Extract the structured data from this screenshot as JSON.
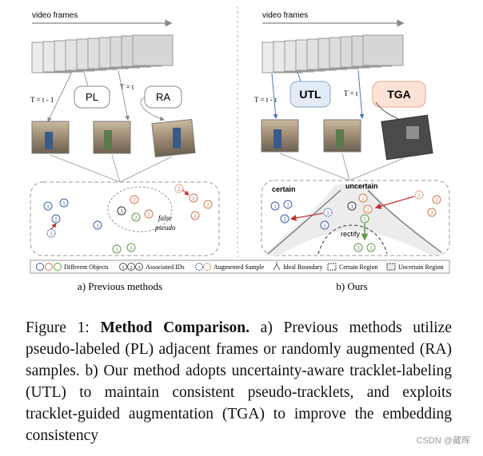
{
  "left": {
    "frames_label": "video frames",
    "time_prev": "T = t - 1",
    "time_curr": "T = t",
    "pl_label": "PL",
    "ra_label": "RA",
    "false_pseudo_1": "false",
    "false_pseudo_2": "pseudo",
    "subcaption": "a) Previous methods"
  },
  "right": {
    "frames_label": "video frames",
    "time_prev": "T = t - τ",
    "time_curr": "T = t",
    "utl_label": "UTL",
    "tga_label": "TGA",
    "certain": "certain",
    "uncertain": "uncertain",
    "rectify": "rectify",
    "subcaption": "b) Ours"
  },
  "ids": {
    "one": "1",
    "two": "2",
    "three": "3"
  },
  "legend": {
    "different_objects": "Different Objects",
    "associated_ids": "Associated IDs",
    "augmented_sample": "Augmented Sample",
    "ideal_boundary": "Ideal Boundary",
    "certain_region": "Certain Region",
    "uncertain_region": "Uncertain Region"
  },
  "caption": {
    "prefix": "Figure 1: ",
    "title": "Method Comparison.",
    "body": " a) Previous methods utilize pseudo-labeled (PL) adjacent frames or randomly augmented (RA) samples. b) Our method adopts uncertainty-aware tracklet-labeling (UTL) to maintain consistent pseudo-tracklets, and exploits tracklet-guided augmentation (TGA) to improve the embedding consistency"
  },
  "watermark": "CSDN @藏晖",
  "colors": {
    "blue": "#3a5fa8",
    "orange": "#d9754a",
    "green": "#5e9a4a",
    "red": "#c8302c",
    "frame_gray": "#e9e9e9",
    "uncertain_fill": "#ececec",
    "tga_fill": "#fde3d6"
  }
}
